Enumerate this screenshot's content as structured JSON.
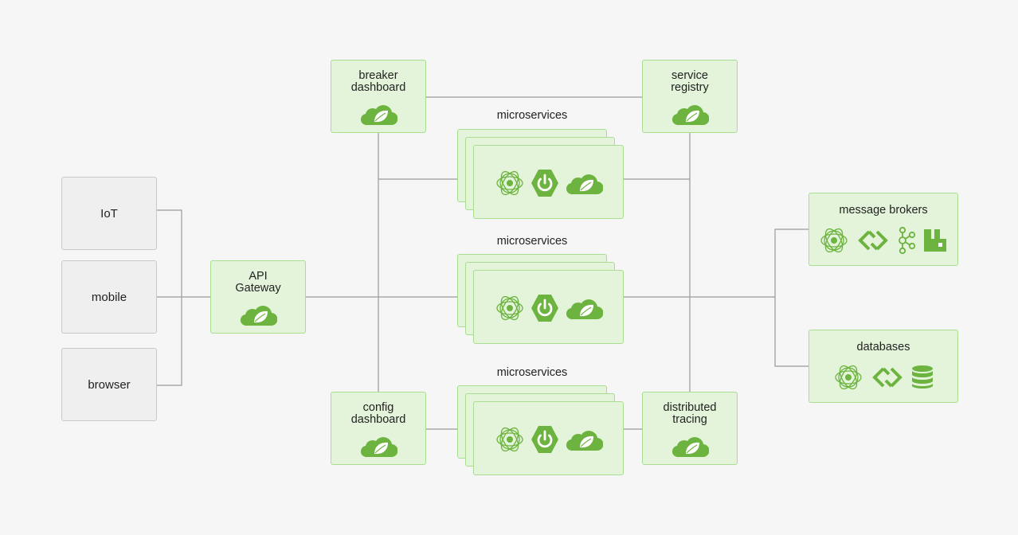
{
  "clients": {
    "iot": "IoT",
    "mobile": "mobile",
    "browser": "browser"
  },
  "gateway": {
    "line1": "API",
    "line2": "Gateway"
  },
  "breaker": {
    "line1": "breaker",
    "line2": "dashboard"
  },
  "registry": {
    "line1": "service",
    "line2": "registry"
  },
  "config": {
    "line1": "config",
    "line2": "dashboard"
  },
  "tracing": {
    "line1": "distributed",
    "line2": "tracing"
  },
  "microservices": {
    "label_top": "microservices",
    "label_mid": "microservices",
    "label_bot": "microservices"
  },
  "brokers": {
    "label": "message brokers"
  },
  "databases": {
    "label": "databases"
  },
  "icons": [
    "spring-cloud-icon",
    "spring-atom-icon",
    "spring-boot-icon",
    "spring-integration-icon",
    "kafka-icon",
    "rabbitmq-icon",
    "database-icon"
  ],
  "colors": {
    "accent": "#6db33f",
    "box_fill": "#e3f4da",
    "box_border": "#a9dd91",
    "line": "#9a9a9a",
    "client_fill": "#efefef"
  }
}
